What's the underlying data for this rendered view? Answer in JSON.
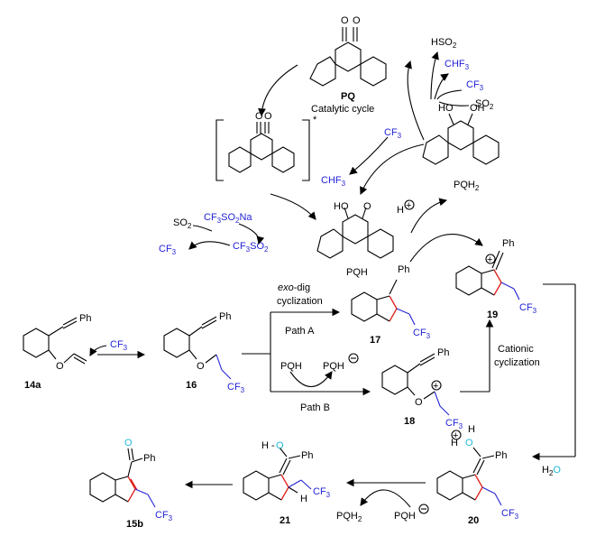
{
  "labels": {
    "pq": "PQ",
    "catalytic_cycle": "Catalytic cycle",
    "hso2": "HSO",
    "hso2_sub": "2",
    "chf3_top": "CHF",
    "chf3_top_sub": "3",
    "cf3_top": "CF",
    "cf3_top_sub": "3",
    "so2_top": "SO",
    "so2_top_sub": "2",
    "pqh2": "PQH",
    "pqh2_sub": "2",
    "cf3_mid": "CF",
    "cf3_mid_sub": "3",
    "chf3_mid": "CHF",
    "chf3_mid_sub": "3",
    "h_plus": "H",
    "pqh_dot": "PQH",
    "so2_left": "SO",
    "so2_left_sub": "2",
    "cf3so2na": "CF",
    "cf3so2na_sub": "3",
    "cf3so2na_tail": "SO",
    "cf3so2na_tail_sub": "2",
    "cf3so2na_na": "Na",
    "cf3so2": "CF",
    "cf3so2_sub": "3",
    "cf3so2_tail": "SO",
    "cf3so2_tail_sub": "2",
    "cf3_left": "CF",
    "cf3_left_sub": "3",
    "ph": "Ph",
    "exo_dig": "exo",
    "exo_dig_tail": "-dig",
    "cyclization": "cyclization",
    "path_a": "Path A",
    "path_b": "Path B",
    "cationic": "Cationic",
    "cationic2": "cyclization",
    "pqh_rad": "PQH",
    "pqh_anion": "PQH",
    "h2o": "H",
    "h2o_sub": "2",
    "h2o_o": "O",
    "pqh2_bottom": "PQH",
    "pqh2_bottom_sub": "2",
    "pqh_bottom": "PQH",
    "cf3_generic": "CF",
    "cf3_generic_sub": "3",
    "h": "H",
    "o": "O",
    "oh": "OH",
    "ho": "HO"
  },
  "compounds": {
    "c14a": "14a",
    "c16": "16",
    "c17": "17",
    "c18": "18",
    "c19": "19",
    "c20": "20",
    "c21": "21",
    "c15b": "15b"
  },
  "colors": {
    "blue": "#2323d6",
    "red": "#e0201a",
    "cyan": "#1fb9d6"
  }
}
